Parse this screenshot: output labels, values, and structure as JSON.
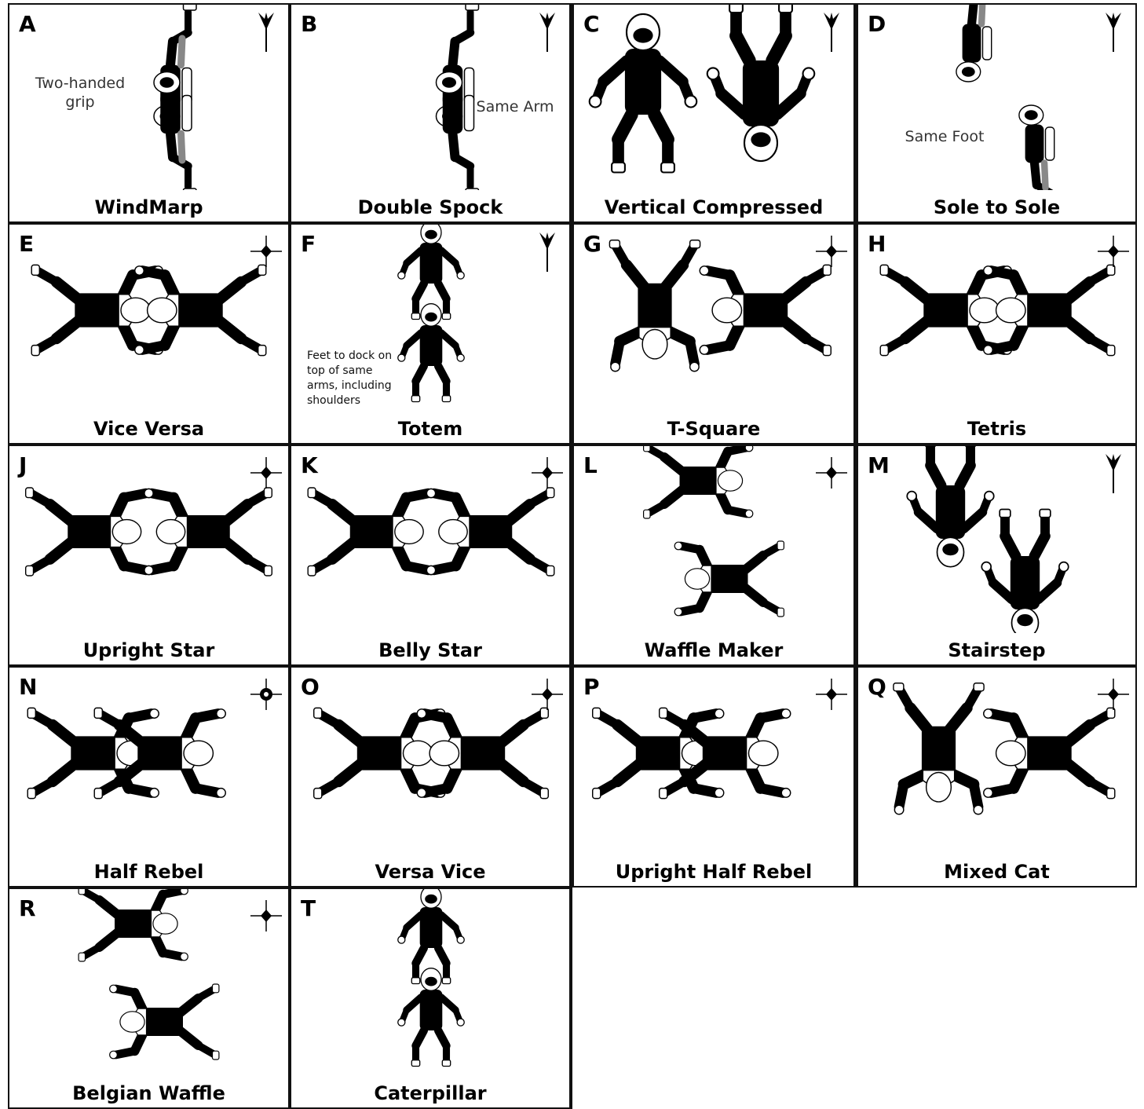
{
  "cells": [
    {
      "letter": "A",
      "title": "WindMarp",
      "icon": "vertical-dart-icon",
      "note": "Two-handed\ngrip",
      "figure": "vertical-head-down-pair"
    },
    {
      "letter": "B",
      "title": "Double Spock",
      "icon": "vertical-dart-icon",
      "note": "Same Arm",
      "figure": "vertical-head-down-pair"
    },
    {
      "letter": "C",
      "title": "Vertical Compressed",
      "icon": "vertical-dart-icon",
      "note": "",
      "figure": "vertical-sit-pair"
    },
    {
      "letter": "D",
      "title": "Sole to Sole",
      "icon": "vertical-dart-icon",
      "note": "Same Foot",
      "figure": "vertical-sole-pair"
    },
    {
      "letter": "E",
      "title": "Vice Versa",
      "icon": "crosshair-icon",
      "note": "",
      "figure": "belly-pair-horizontal"
    },
    {
      "letter": "F",
      "title": "Totem",
      "icon": "vertical-dart-icon",
      "note": "Feet to dock on\ntop of same\narms, including\nshoulders",
      "figure": "vertical-stack-pair"
    },
    {
      "letter": "G",
      "title": "T-Square",
      "icon": "crosshair-icon",
      "note": "",
      "figure": "belly-t-pair"
    },
    {
      "letter": "H",
      "title": "Tetris",
      "icon": "crosshair-icon",
      "note": "",
      "figure": "belly-pair-horizontal"
    },
    {
      "letter": "J",
      "title": "Upright Star",
      "icon": "crosshair-icon",
      "note": "",
      "figure": "star-pair"
    },
    {
      "letter": "K",
      "title": "Belly Star",
      "icon": "crosshair-icon",
      "note": "",
      "figure": "star-pair"
    },
    {
      "letter": "L",
      "title": "Waffle Maker",
      "icon": "crosshair-icon",
      "note": "",
      "figure": "offset-pair"
    },
    {
      "letter": "M",
      "title": "Stairstep",
      "icon": "vertical-dart-icon",
      "note": "",
      "figure": "vertical-stair-pair"
    },
    {
      "letter": "N",
      "title": "Half Rebel",
      "icon": "bullseye-icon",
      "note": "",
      "figure": "rebel-pair"
    },
    {
      "letter": "O",
      "title": "Versa Vice",
      "icon": "crosshair-icon",
      "note": "",
      "figure": "belly-pair-horizontal"
    },
    {
      "letter": "P",
      "title": "Upright Half Rebel",
      "icon": "crosshair-icon",
      "note": "",
      "figure": "rebel-pair"
    },
    {
      "letter": "Q",
      "title": "Mixed Cat",
      "icon": "crosshair-icon",
      "note": "",
      "figure": "belly-t-pair"
    },
    {
      "letter": "R",
      "title": "Belgian Waffle",
      "icon": "crosshair-icon",
      "note": "",
      "figure": "offset-pair"
    },
    {
      "letter": "T",
      "title": "Caterpillar",
      "icon": "",
      "note": "",
      "figure": "vertical-stack-pair"
    }
  ]
}
